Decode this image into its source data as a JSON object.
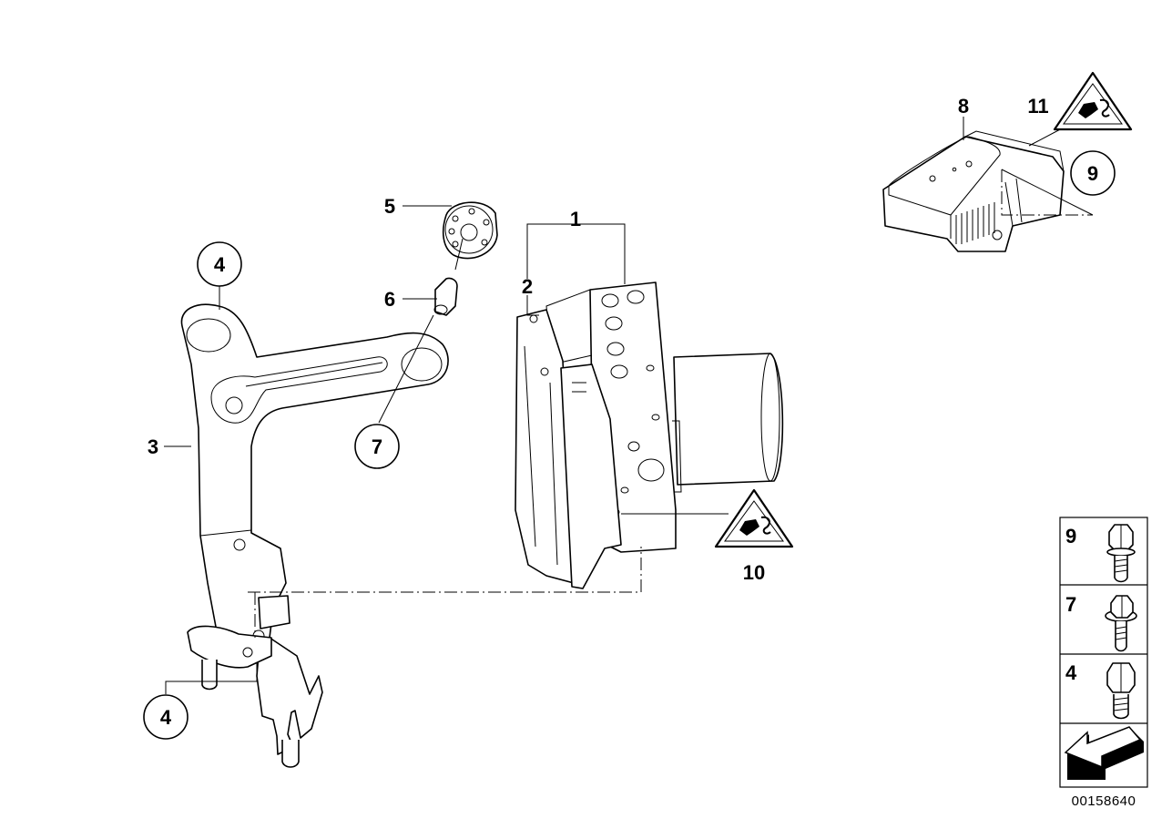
{
  "callouts": {
    "c1": "1",
    "c2": "2",
    "c3": "3",
    "c4_top": "4",
    "c4_bottom": "4",
    "c5": "5",
    "c6": "6",
    "c7": "7",
    "c8": "8",
    "c9": "9",
    "c10": "10",
    "c11": "11"
  },
  "legend": {
    "items": [
      {
        "number": "9",
        "icon": "hex-flange-bolt-icon"
      },
      {
        "number": "7",
        "icon": "hex-collar-bolt-icon"
      },
      {
        "number": "4",
        "icon": "hex-bolt-icon"
      }
    ],
    "arrow_icon": "forward-arrow-icon"
  },
  "document_number": "00158640",
  "warning_icon": "esd-hand-warning-icon"
}
